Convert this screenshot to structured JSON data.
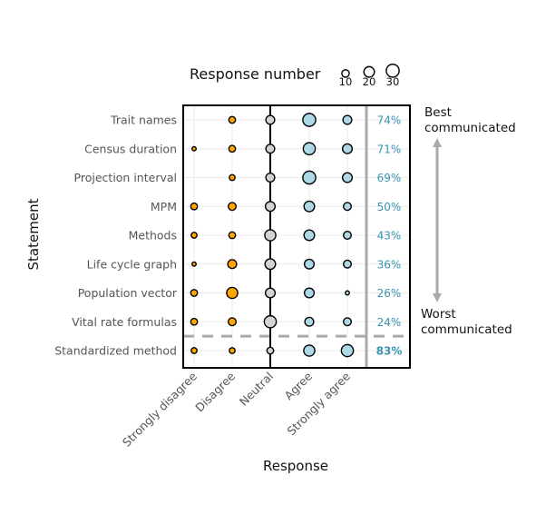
{
  "chart_data": {
    "type": "scatter",
    "subtype": "bubble",
    "title": "",
    "xlabel": "Response",
    "ylabel": "Statement",
    "categories_x": [
      "Strongly disagree",
      "Disagree",
      "Neutral",
      "Agree",
      "Strongly agree"
    ],
    "categories_y": [
      "Trait names",
      "Census duration",
      "Projection interval",
      "MPM",
      "Methods",
      "Life cycle graph",
      "Population vector",
      "Vital rate formulas",
      "Standardized method"
    ],
    "counts": [
      [
        0,
        8,
        14,
        30,
        14
      ],
      [
        3,
        8,
        14,
        26,
        17
      ],
      [
        0,
        6,
        14,
        30,
        17
      ],
      [
        8,
        11,
        17,
        20,
        11
      ],
      [
        6,
        8,
        22,
        20,
        11
      ],
      [
        3,
        14,
        20,
        17,
        11
      ],
      [
        8,
        22,
        17,
        17,
        3
      ],
      [
        8,
        11,
        26,
        14,
        11
      ],
      [
        6,
        6,
        8,
        22,
        26
      ]
    ],
    "percent_labels": [
      "74%",
      "71%",
      "69%",
      "50%",
      "43%",
      "36%",
      "26%",
      "24%",
      "83%"
    ],
    "percent_bold": [
      false,
      false,
      false,
      false,
      false,
      false,
      false,
      false,
      true
    ],
    "legend": {
      "title": "Response number",
      "values": [
        10,
        20,
        30
      ],
      "labels": [
        "10",
        "20",
        "30"
      ],
      "placement": "top"
    },
    "annotations": {
      "best": [
        "Best",
        "communicated"
      ],
      "worst": [
        "Worst",
        "communicated"
      ]
    },
    "colors": {
      "disagree": "#FFA500",
      "neutral": "#D3D3D3",
      "agree": "#ADD8E6",
      "stroke": "#000000",
      "percent_text": "#3a93b3",
      "separator": "#aaaaaa",
      "grid": "#ebebeb"
    },
    "grid": true
  }
}
